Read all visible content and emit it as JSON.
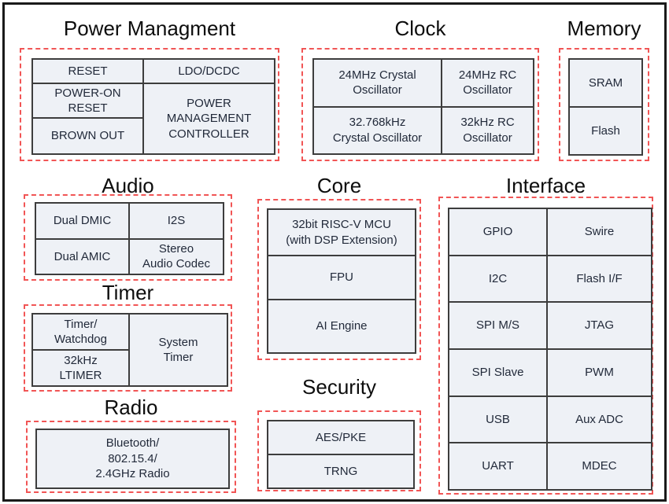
{
  "colors": {
    "outer_border": "#1a1a1a",
    "group_border": "#f15555",
    "block_fill": "#eef1f6",
    "block_border": "#3d3d3d",
    "title_text": "#0d0d0d",
    "block_text": "#222a3a"
  },
  "groups": {
    "power": {
      "title": "Power Managment",
      "blocks": {
        "reset": "RESET",
        "ldo_dcdc": "LDO/DCDC",
        "power_on_reset": "POWER-ON\nRESET",
        "brown_out": "BROWN OUT",
        "pmc": "POWER\nMANAGEMENT\nCONTROLLER"
      }
    },
    "clock": {
      "title": "Clock",
      "blocks": {
        "xtal_24mhz": "24MHz Crystal\nOscillator",
        "rc_24mhz": "24MHz RC\nOscillator",
        "xtal_32khz": "32.768kHz\nCrystal Oscillator",
        "rc_32khz": "32kHz RC\nOscillator"
      }
    },
    "memory": {
      "title": "Memory",
      "blocks": {
        "sram": "SRAM",
        "flash": "Flash"
      }
    },
    "audio": {
      "title": "Audio",
      "blocks": {
        "dual_dmic": "Dual DMIC",
        "i2s": "I2S",
        "dual_amic": "Dual AMIC",
        "stereo_codec": "Stereo\nAudio Codec"
      }
    },
    "core": {
      "title": "Core",
      "blocks": {
        "mcu": "32bit RISC-V MCU\n(with DSP Extension)",
        "fpu": "FPU",
        "ai_engine": "AI Engine"
      }
    },
    "interface": {
      "title": "Interface",
      "blocks": {
        "gpio": "GPIO",
        "swire": "Swire",
        "i2c": "I2C",
        "flash_if": "Flash I/F",
        "spi_ms": "SPI M/S",
        "jtag": "JTAG",
        "spi_slave": "SPI Slave",
        "pwm": "PWM",
        "usb": "USB",
        "aux_adc": "Aux ADC",
        "uart": "UART",
        "mdec": "MDEC"
      }
    },
    "timer": {
      "title": "Timer",
      "blocks": {
        "timer_watchdog": "Timer/\nWatchdog",
        "ltimer_32khz": "32kHz\nLTIMER",
        "system_timer": "System\nTimer"
      }
    },
    "security": {
      "title": "Security",
      "blocks": {
        "aes_pke": "AES/PKE",
        "trng": "TRNG"
      }
    },
    "radio": {
      "title": "Radio",
      "blocks": {
        "bluetooth": "Bluetooth/\n802.15.4/\n2.4GHz Radio"
      }
    }
  }
}
